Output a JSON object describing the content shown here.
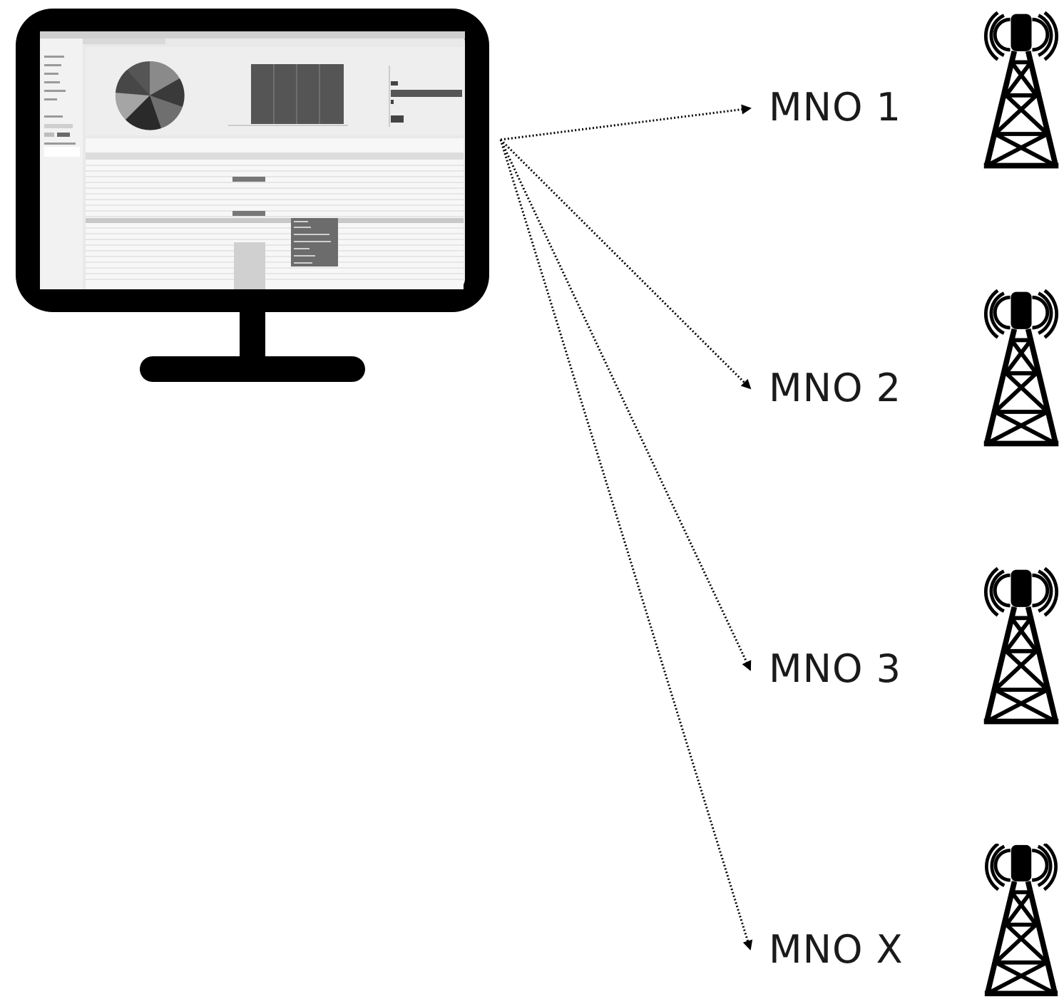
{
  "diagram": {
    "source": {
      "name": "monitor"
    },
    "targets": [
      {
        "id": "mno-1",
        "label": "MNO 1"
      },
      {
        "id": "mno-2",
        "label": "MNO 2"
      },
      {
        "id": "mno-3",
        "label": "MNO 3"
      },
      {
        "id": "mno-x",
        "label": "MNO X"
      }
    ],
    "icons": {
      "monitor": "monitor-icon",
      "tower": "cell-tower-icon"
    },
    "colors": {
      "ink": "#000000",
      "screen_bg": "#e9e9e9",
      "screen_dark": "#4a4a4a"
    }
  }
}
